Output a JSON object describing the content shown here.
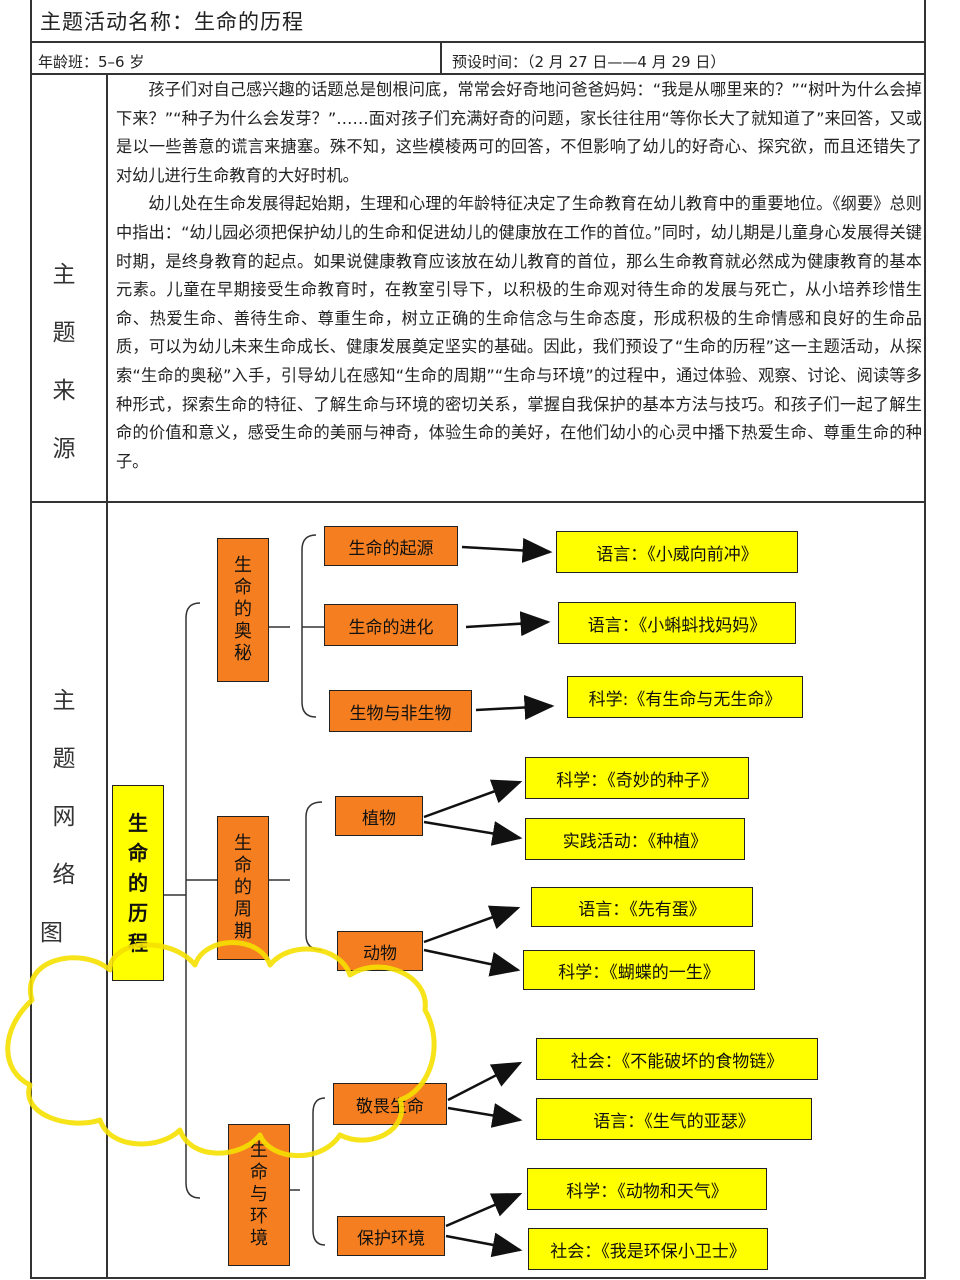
{
  "header": {
    "title": "主题活动名称：生命的历程",
    "age_class": "年龄班：5–6 岁",
    "time": "预设时间：（2 月 27 日——4 月 29 日）"
  },
  "source": {
    "label_line1": "主 题",
    "label_line2": "来 源",
    "paragraphs": [
      "孩子们对自己感兴趣的话题总是刨根问底，常常会好奇地问爸爸妈妈：“我是从哪里来的？”“树叶为什么会掉下来？”“种子为什么会发芽？”……面对孩子们充满好奇的问题，家长往往用“等你长大了就知道了”来回答，又或是以一些善意的谎言来搪塞。殊不知，这些模棱两可的回答，不但影响了幼儿的好奇心、探究欲，而且还错失了对幼儿进行生命教育的大好时机。",
      "幼儿处在生命发展得起始期，生理和心理的年龄特征决定了生命教育在幼儿教育中的重要地位。《纲要》总则中指出：“幼儿园必须把保护幼儿的生命和促进幼儿的健康放在工作的首位。”同时，幼儿期是儿童身心发展得关键时期，是终身教育的起点。如果说健康教育应该放在幼儿教育的首位，那么生命教育就必然成为健康教育的基本元素。儿童在早期接受生命教育时，在教室引导下，以积极的生命观对待生命的发展与死亡，从小培养珍惜生命、热爱生命、善待生命、尊重生命，树立正确的生命信念与生命态度，形成积极的生命情感和良好的生命品质，可以为幼儿未来生命成长、健康发展奠定坚实的基础。因此，我们预设了“生命的历程”这一主题活动，从探索“生命的奥秘”入手，引导幼儿在感知“生命的周期”“生命与环境”的过程中，通过体验、观察、讨论、阅读等多种形式，探索生命的特征、了解生命与环境的密切关系，掌握自我保护的基本方法与技巧。和孩子们一起了解生命的价值和意义，感受生命的美丽与神奇，体验生命的美好，在他们幼小的心灵中播下热爱生命、尊重生命的种子。"
    ]
  },
  "network": {
    "label_line1": "主 题",
    "label_line2": "网 络",
    "label_line3": "图",
    "root": [
      "生",
      "命",
      "的",
      "历",
      "程"
    ],
    "branch1": [
      "生",
      "命",
      "的",
      "奥",
      "秘"
    ],
    "branch2": [
      "生",
      "命",
      "的",
      "周",
      "期"
    ],
    "branch3": [
      "生",
      "命",
      "与",
      "环",
      "境"
    ],
    "sub": {
      "origin": "生命的起源",
      "evolution": "生命的进化",
      "living": "生物与非生物",
      "plants": "植物",
      "animals": "动物",
      "awe": "敬畏生命",
      "protect": "保护环境"
    },
    "leaves": {
      "l1": "语言：《小威向前冲》",
      "l2": "语言：《小蝌蚪找妈妈》",
      "l3": "科学:《有生命与无生命》",
      "l4": "科学：《奇妙的种子》",
      "l5": "实践活动：《种植》",
      "l6": "语言：《先有蛋》",
      "l7": "科学：《蝴蝶的一生》",
      "l8": "社会：《不能破坏的食物链》",
      "l9": "语言：《生气的亚瑟》",
      "l10": "科学：《动物和天气》",
      "l11": "社会：《我是环保小卫士》"
    },
    "colors": {
      "leaf": "#ffff00",
      "branch": "#f57f20",
      "scribble": "#f5e000"
    }
  }
}
